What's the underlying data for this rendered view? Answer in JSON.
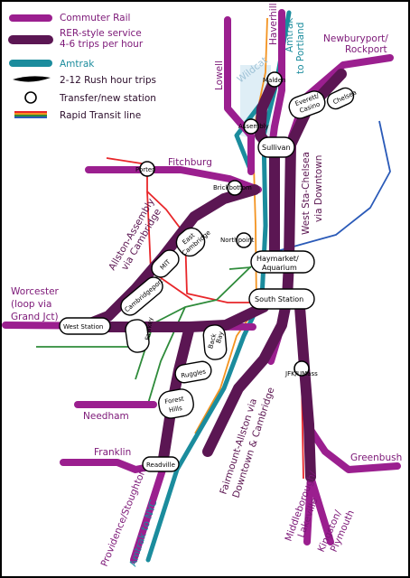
{
  "colors": {
    "commuter": "#9b1f8f",
    "rer": "#5b1653",
    "amtrak": "#1b8c9d",
    "red": "#e8262a",
    "orange": "#f39320",
    "green": "#2e8b3a",
    "blue": "#2a5ab8",
    "border": "#000000"
  },
  "legend": {
    "commuter_rail": "Commuter Rail",
    "rer_line1": "RER-style service",
    "rer_line2": "4-6 trips per hour",
    "amtrak": "Amtrak",
    "rush_hour": "2-12 Rush hour trips",
    "transfer": "Transfer/new station",
    "rapid_transit": "Rapid Transit line"
  },
  "branches": {
    "lowell": "Lowell",
    "haverhill": "Haverhill",
    "amtrak_portland_1": "Amtrak",
    "amtrak_portland_2": "to Portland",
    "newburyport_1": "Newburyport/",
    "newburyport_2": "Rockport",
    "wildcat": "Wildcat",
    "fitchburg": "Fitchburg",
    "worcester_1": "Worcester",
    "worcester_2": "(loop via",
    "worcester_3": "Grand Jct)",
    "needham": "Needham",
    "franklin": "Franklin",
    "greenbush": "Greenbush",
    "providence": "Providence/Stoughton",
    "amtrak_nyc": "Amtrak to NYC",
    "middleborough_1": "Middleborough/",
    "middleborough_2": "Lakeville",
    "kingston_1": "Kingston/",
    "kingston_2": "Plymouth"
  },
  "services": {
    "west_sta_1": "West Sta-Chelsea",
    "west_sta_2": "via Downtown",
    "allston_1": "Allston-Assembly",
    "allston_2": "via Cambridge",
    "fairmount_1": "Fairmount-Allston via",
    "fairmount_2": "Downtown & Cambridge"
  },
  "stations": {
    "malden": "Malden",
    "chelsea": "Chelsea",
    "everett_1": "Everett/",
    "everett_2": "Casino",
    "assembly": "Assembly",
    "sullivan": "Sullivan",
    "porter": "Porter",
    "brickbottom": "Brickbottom",
    "east_cambridge_1": "East",
    "east_cambridge_2": "Cambridge",
    "northpoint": "Northpoint",
    "mit": "MIT",
    "haymarket_1": "Haymarket/",
    "haymarket_2": "Aquarium",
    "south_station": "South Station",
    "cambridgeport": "Cambridgeport",
    "west_station": "West Station",
    "fawkey": "Fawkey",
    "back_bay_1": "Back",
    "back_bay_2": "Bay",
    "ruggles": "Ruggles",
    "forest_hills_1": "Forest",
    "forest_hills_2": "Hills",
    "jfk_umass": "JFK/UMass",
    "readville": "Readville"
  }
}
